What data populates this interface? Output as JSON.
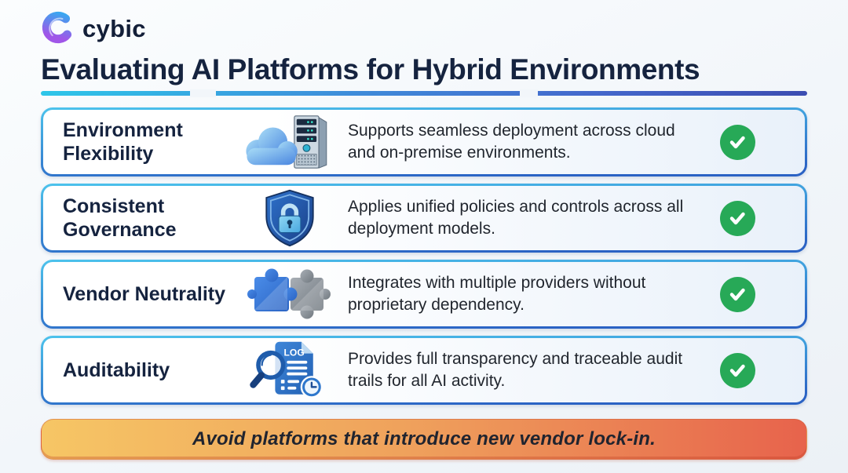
{
  "brand": {
    "name": "cybic",
    "logo_icon": "cybic-swirl-logo"
  },
  "title": {
    "text": "Evaluating AI Platforms for Hybrid Environments"
  },
  "rows": [
    {
      "title": "Environment Flexibility",
      "icon": "cloud-server-icon",
      "description": "Supports seamless deployment across cloud and on-premise environments.",
      "status_icon": "check-circle-icon"
    },
    {
      "title": "Consistent Governance",
      "icon": "shield-lock-icon",
      "description": "Applies unified policies and controls across all deployment models.",
      "status_icon": "check-circle-icon"
    },
    {
      "title": "Vendor Neutrality",
      "icon": "puzzle-pieces-icon",
      "description": "Integrates with multiple providers without proprietary dependency.",
      "status_icon": "check-circle-icon"
    },
    {
      "title": "Auditability",
      "icon": "audit-log-magnifier-icon",
      "icon_label": "LOG",
      "description": "Provides full transparency and traceable audit trails for all AI activity.",
      "status_icon": "check-circle-icon"
    }
  ],
  "footer": {
    "text": "Avoid platforms that introduce new vendor lock-in."
  },
  "colors": {
    "check_green": "#27a957",
    "underline_from": "#2ec6e9",
    "underline_to": "#3c4db1",
    "border_top": "#4cc3ec",
    "border_bottom": "#2a62c4",
    "banner_from": "#f6c665",
    "banner_to": "#e7634c"
  }
}
